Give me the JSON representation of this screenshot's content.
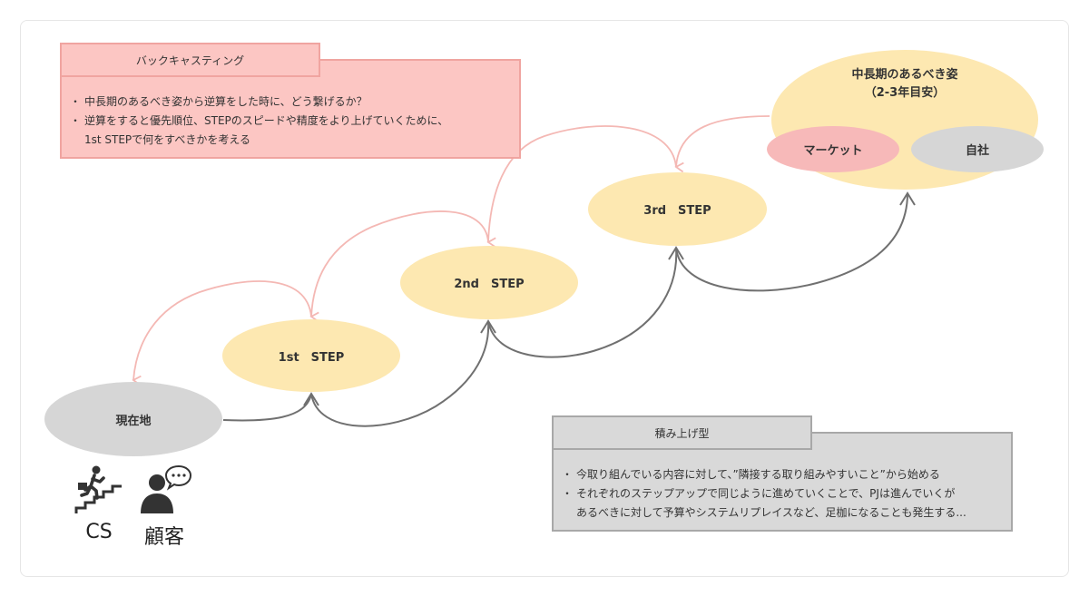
{
  "backcasting": {
    "title": "バックキャスティング",
    "items": [
      "中長期のあるべき姿から逆算をした時に、どう繋げるか？",
      "逆算をすると優先順位、STEPのスピードや精度をより上げていくために、\n1st STEPで何をすべきかを考える"
    ]
  },
  "goal": {
    "title": "中長期のあるべき姿\n（2-3年目安）",
    "market": "マーケット",
    "company": "自社"
  },
  "steps": {
    "current": "現在地",
    "step1": "1st　STEP",
    "step2": "2nd　STEP",
    "step3": "3rd　STEP"
  },
  "stacking": {
    "title": "積み上げ型",
    "items": [
      "今取り組んでいる内容に対して、”隣接する取り組みやすいこと”から始める",
      "それぞれのステップアップで同じように進めていくことで、PJは進んでいくが\nあるべきに対して予算やシステムリプレイスなど、足枷になることも発生する..."
    ]
  },
  "personas": {
    "cs": "CS",
    "customer": "顧客"
  },
  "colors": {
    "step_fill": "#fde8b1",
    "gray_fill": "#d6d6d6",
    "pink_fill": "#fcc6c3",
    "market_fill": "#f7b9b9",
    "pink_arrow": "#f4b8b4",
    "gray_arrow": "#707070"
  },
  "icons": [
    "stairs-runner-icon",
    "person-speech-icon"
  ]
}
